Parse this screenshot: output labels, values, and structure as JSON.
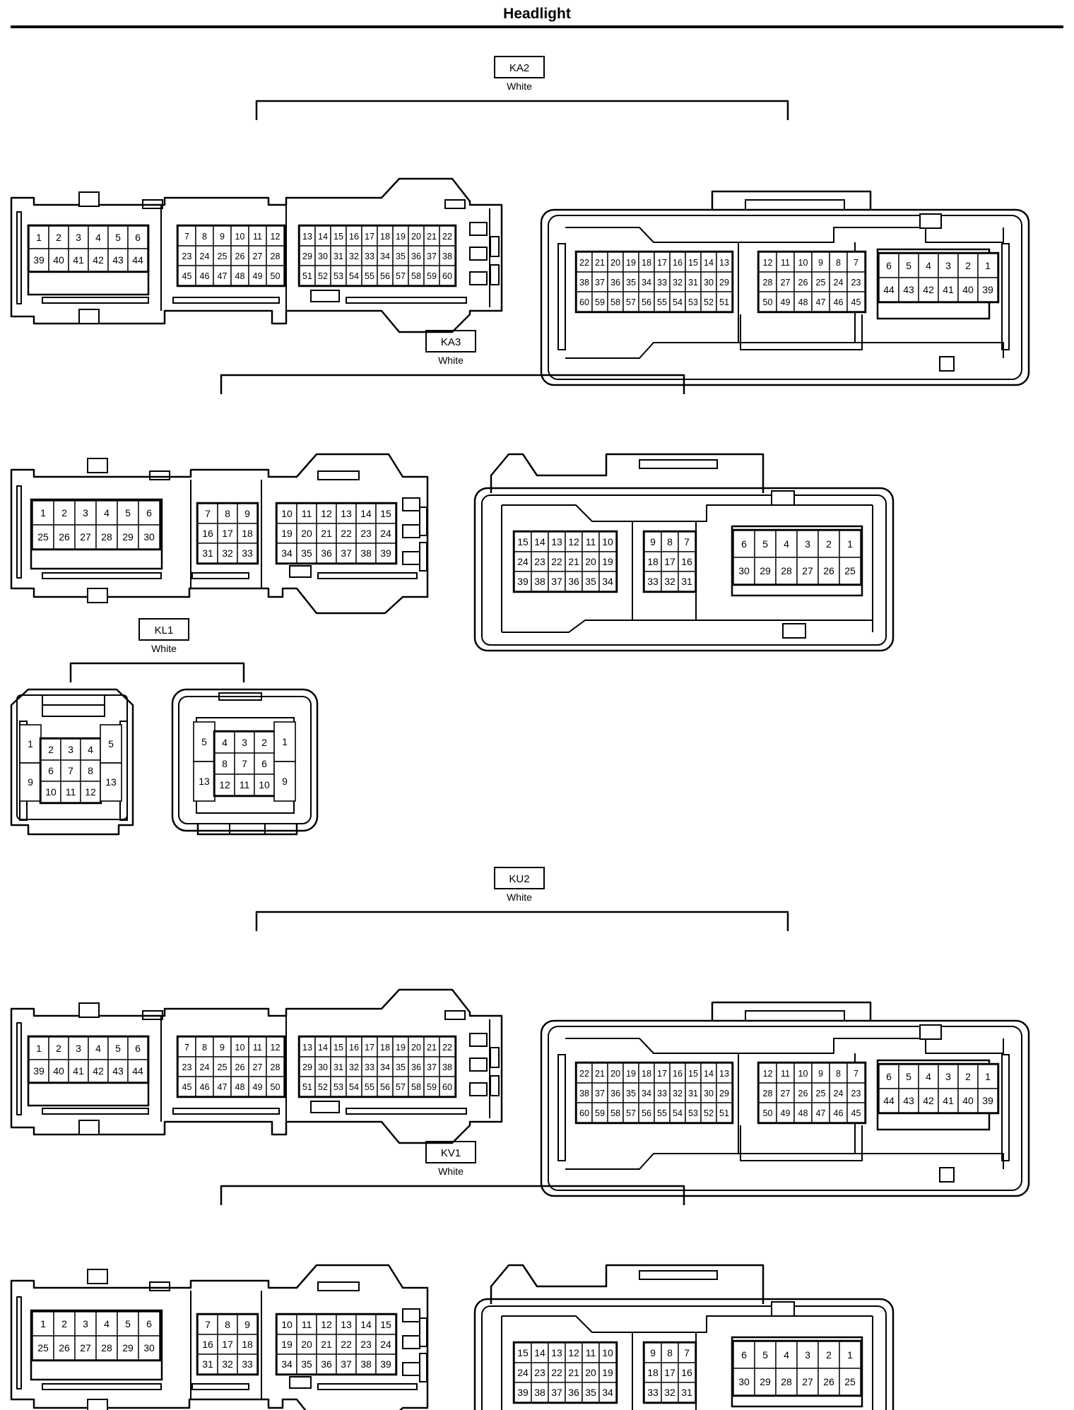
{
  "title": "Headlight",
  "connectors": [
    {
      "label": "KA2",
      "color": "White",
      "style": "large",
      "left": {
        "bays": [
          {
            "rows": [
              [
                "1",
                "2",
                "3",
                "4",
                "5",
                "6"
              ],
              [
                "39",
                "40",
                "41",
                "42",
                "43",
                "44"
              ]
            ]
          },
          {
            "rows": [
              [
                "7",
                "8",
                "9",
                "10",
                "11",
                "12"
              ],
              [
                "23",
                "24",
                "25",
                "26",
                "27",
                "28"
              ],
              [
                "45",
                "46",
                "47",
                "48",
                "49",
                "50"
              ]
            ]
          },
          {
            "rows": [
              [
                "13",
                "14",
                "15",
                "16",
                "17",
                "18",
                "19",
                "20",
                "21",
                "22"
              ],
              [
                "29",
                "30",
                "31",
                "32",
                "33",
                "34",
                "35",
                "36",
                "37",
                "38"
              ],
              [
                "51",
                "52",
                "53",
                "54",
                "55",
                "56",
                "57",
                "58",
                "59",
                "60"
              ]
            ]
          }
        ]
      },
      "right": {
        "bays": [
          {
            "rows": [
              [
                "22",
                "21",
                "20",
                "19",
                "18",
                "17",
                "16",
                "15",
                "14",
                "13"
              ],
              [
                "38",
                "37",
                "36",
                "35",
                "34",
                "33",
                "32",
                "31",
                "30",
                "29"
              ],
              [
                "60",
                "59",
                "58",
                "57",
                "56",
                "55",
                "54",
                "53",
                "52",
                "51"
              ]
            ]
          },
          {
            "rows": [
              [
                "12",
                "11",
                "10",
                "9",
                "8",
                "7"
              ],
              [
                "28",
                "27",
                "26",
                "25",
                "24",
                "23"
              ],
              [
                "50",
                "49",
                "48",
                "47",
                "46",
                "45"
              ]
            ]
          },
          {
            "rows": [
              [
                "6",
                "5",
                "4",
                "3",
                "2",
                "1"
              ],
              [
                "44",
                "43",
                "42",
                "41",
                "40",
                "39"
              ]
            ]
          }
        ]
      }
    },
    {
      "label": "KA3",
      "color": "White",
      "style": "medium",
      "left": {
        "bays": [
          {
            "rows": [
              [
                "1",
                "2",
                "3",
                "4",
                "5",
                "6"
              ],
              [
                "25",
                "26",
                "27",
                "28",
                "29",
                "30"
              ]
            ]
          },
          {
            "rows": [
              [
                "7",
                "8",
                "9"
              ],
              [
                "16",
                "17",
                "18"
              ],
              [
                "31",
                "32",
                "33"
              ]
            ]
          },
          {
            "rows": [
              [
                "10",
                "11",
                "12",
                "13",
                "14",
                "15"
              ],
              [
                "19",
                "20",
                "21",
                "22",
                "23",
                "24"
              ],
              [
                "34",
                "35",
                "36",
                "37",
                "38",
                "39"
              ]
            ]
          }
        ]
      },
      "right": {
        "bays": [
          {
            "rows": [
              [
                "15",
                "14",
                "13",
                "12",
                "11",
                "10"
              ],
              [
                "24",
                "23",
                "22",
                "21",
                "20",
                "19"
              ],
              [
                "39",
                "38",
                "37",
                "36",
                "35",
                "34"
              ]
            ]
          },
          {
            "rows": [
              [
                "9",
                "8",
                "7"
              ],
              [
                "18",
                "17",
                "16"
              ],
              [
                "33",
                "32",
                "31"
              ]
            ]
          },
          {
            "rows": [
              [
                "6",
                "5",
                "4",
                "3",
                "2",
                "1"
              ],
              [
                "30",
                "29",
                "28",
                "27",
                "26",
                "25"
              ]
            ]
          }
        ]
      }
    },
    {
      "label": "KL1",
      "color": "White",
      "style": "small",
      "left": {
        "side_left": [
          "1",
          "9"
        ],
        "rows": [
          [
            "2",
            "3",
            "4"
          ],
          [
            "6",
            "7",
            "8"
          ],
          [
            "10",
            "11",
            "12"
          ]
        ],
        "side_right": [
          "5",
          "13"
        ]
      },
      "right": {
        "side_left": [
          "5",
          "13"
        ],
        "rows": [
          [
            "4",
            "3",
            "2"
          ],
          [
            "8",
            "7",
            "6"
          ],
          [
            "12",
            "11",
            "10"
          ]
        ],
        "side_right": [
          "1",
          "9"
        ]
      }
    },
    {
      "label": "KU2",
      "color": "White",
      "style": "large",
      "left": {
        "bays": [
          {
            "rows": [
              [
                "1",
                "2",
                "3",
                "4",
                "5",
                "6"
              ],
              [
                "39",
                "40",
                "41",
                "42",
                "43",
                "44"
              ]
            ]
          },
          {
            "rows": [
              [
                "7",
                "8",
                "9",
                "10",
                "11",
                "12"
              ],
              [
                "23",
                "24",
                "25",
                "26",
                "27",
                "28"
              ],
              [
                "45",
                "46",
                "47",
                "48",
                "49",
                "50"
              ]
            ]
          },
          {
            "rows": [
              [
                "13",
                "14",
                "15",
                "16",
                "17",
                "18",
                "19",
                "20",
                "21",
                "22"
              ],
              [
                "29",
                "30",
                "31",
                "32",
                "33",
                "34",
                "35",
                "36",
                "37",
                "38"
              ],
              [
                "51",
                "52",
                "53",
                "54",
                "55",
                "56",
                "57",
                "58",
                "59",
                "60"
              ]
            ]
          }
        ]
      },
      "right": {
        "bays": [
          {
            "rows": [
              [
                "22",
                "21",
                "20",
                "19",
                "18",
                "17",
                "16",
                "15",
                "14",
                "13"
              ],
              [
                "38",
                "37",
                "36",
                "35",
                "34",
                "33",
                "32",
                "31",
                "30",
                "29"
              ],
              [
                "60",
                "59",
                "58",
                "57",
                "56",
                "55",
                "54",
                "53",
                "52",
                "51"
              ]
            ]
          },
          {
            "rows": [
              [
                "12",
                "11",
                "10",
                "9",
                "8",
                "7"
              ],
              [
                "28",
                "27",
                "26",
                "25",
                "24",
                "23"
              ],
              [
                "50",
                "49",
                "48",
                "47",
                "46",
                "45"
              ]
            ]
          },
          {
            "rows": [
              [
                "6",
                "5",
                "4",
                "3",
                "2",
                "1"
              ],
              [
                "44",
                "43",
                "42",
                "41",
                "40",
                "39"
              ]
            ]
          }
        ]
      }
    },
    {
      "label": "KV1",
      "color": "White",
      "style": "medium",
      "left": {
        "bays": [
          {
            "rows": [
              [
                "1",
                "2",
                "3",
                "4",
                "5",
                "6"
              ],
              [
                "25",
                "26",
                "27",
                "28",
                "29",
                "30"
              ]
            ]
          },
          {
            "rows": [
              [
                "7",
                "8",
                "9"
              ],
              [
                "16",
                "17",
                "18"
              ],
              [
                "31",
                "32",
                "33"
              ]
            ]
          },
          {
            "rows": [
              [
                "10",
                "11",
                "12",
                "13",
                "14",
                "15"
              ],
              [
                "19",
                "20",
                "21",
                "22",
                "23",
                "24"
              ],
              [
                "34",
                "35",
                "36",
                "37",
                "38",
                "39"
              ]
            ]
          }
        ]
      },
      "right": {
        "bays": [
          {
            "rows": [
              [
                "15",
                "14",
                "13",
                "12",
                "11",
                "10"
              ],
              [
                "24",
                "23",
                "22",
                "21",
                "20",
                "19"
              ],
              [
                "39",
                "38",
                "37",
                "36",
                "35",
                "34"
              ]
            ]
          },
          {
            "rows": [
              [
                "9",
                "8",
                "7"
              ],
              [
                "18",
                "17",
                "16"
              ],
              [
                "33",
                "32",
                "31"
              ]
            ]
          },
          {
            "rows": [
              [
                "6",
                "5",
                "4",
                "3",
                "2",
                "1"
              ],
              [
                "30",
                "29",
                "28",
                "27",
                "26",
                "25"
              ]
            ]
          }
        ]
      }
    }
  ]
}
